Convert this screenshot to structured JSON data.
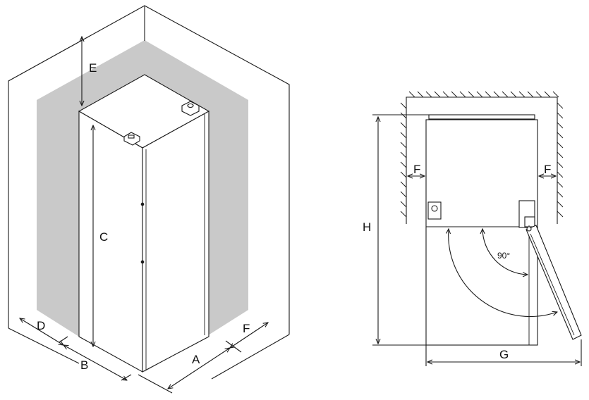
{
  "installation_view": {
    "labels": {
      "a": "A",
      "b": "B",
      "c": "C",
      "d": "D",
      "e": "E",
      "f": "F"
    }
  },
  "top_view": {
    "labels": {
      "f_left": "F",
      "f_right": "F",
      "g": "G",
      "h": "H",
      "angle": "90°"
    }
  },
  "colors": {
    "clearance_zone": "#c9c9c9",
    "line": "#1a1a1a",
    "background": "#ffffff"
  }
}
